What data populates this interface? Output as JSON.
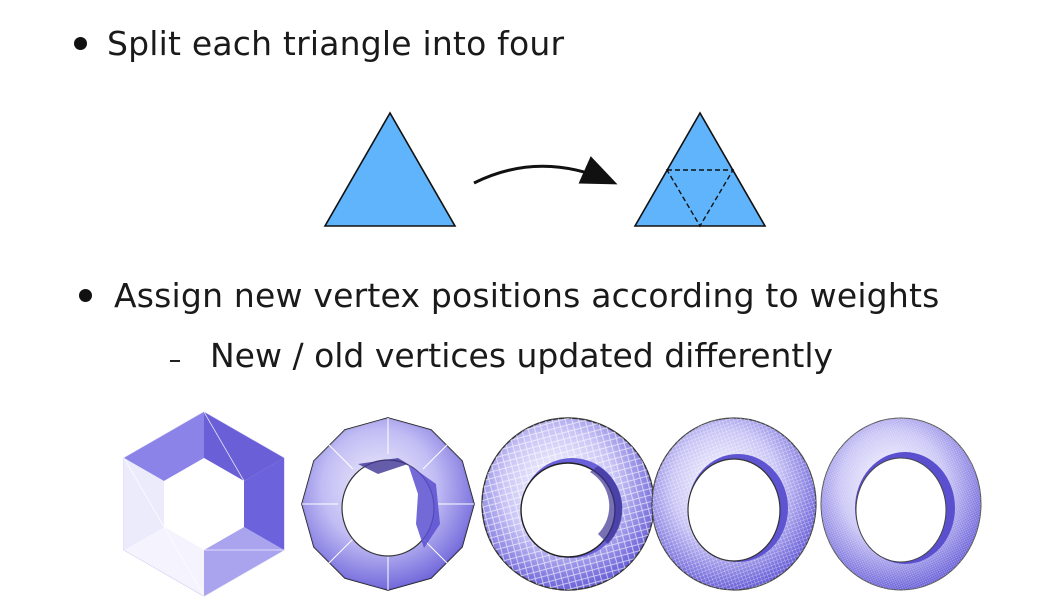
{
  "bullets": [
    {
      "text": "Split each triangle into four"
    },
    {
      "text": "Assign new vertex positions according to weights"
    }
  ],
  "sub_bullet": {
    "marker": "-",
    "text": "New / old vertices updated differently"
  },
  "colors": {
    "triangle_fill": "#5fb4fb",
    "torus_dark": "#5b4fd0",
    "torus_mid": "#8a84ea",
    "torus_light": "#e4e2fb",
    "wire": "#ffffff"
  },
  "illustrations": {
    "triangle_split": {
      "icons": [
        "triangle-icon",
        "curved-arrow-icon",
        "subdivided-triangle-icon"
      ]
    },
    "subdivision_levels": {
      "count": 5,
      "icons": [
        "hexagon-mesh",
        "torus-level-1",
        "torus-level-2",
        "torus-level-3",
        "torus-level-4"
      ]
    }
  }
}
